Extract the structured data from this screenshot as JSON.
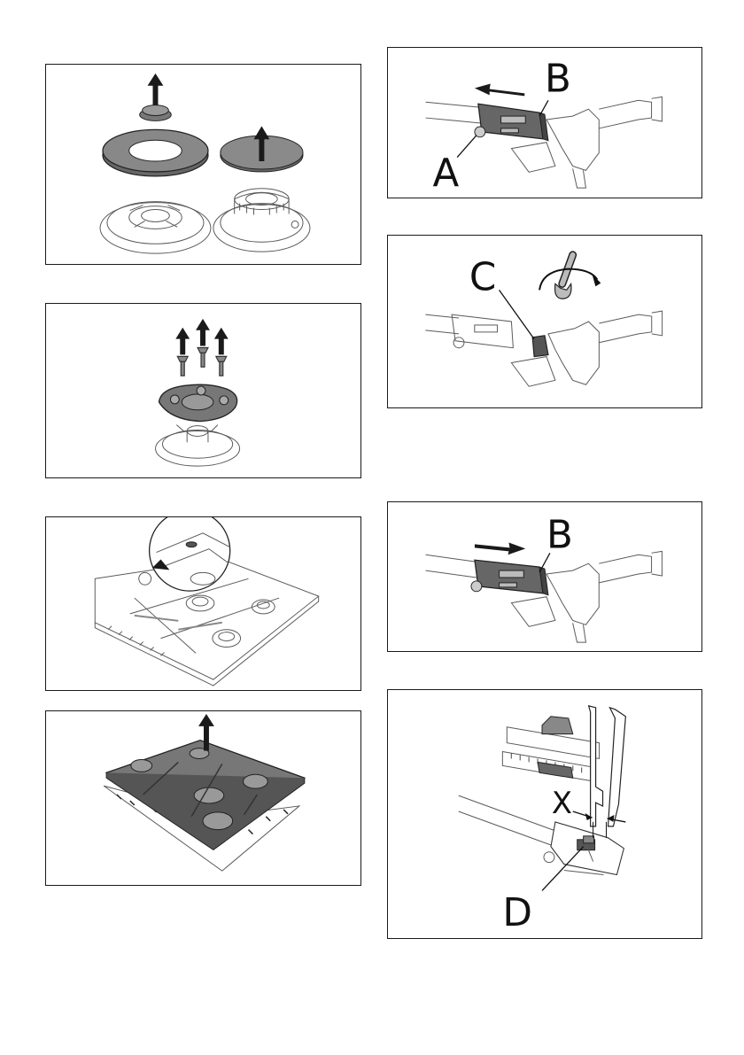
{
  "colors": {
    "frame": "#1a1a1a",
    "part_dark": "#555555",
    "part_light": "#f2f2f2",
    "arrow": "#1a1a1a"
  },
  "figures": {
    "burner_removal": {
      "icons": [
        "up-arrow-icon",
        "up-arrow-icon"
      ]
    },
    "screw_removal": {
      "icons": [
        "up-arrow-icon",
        "up-arrow-icon",
        "up-arrow-icon"
      ]
    },
    "hob_screw_detail": {
      "icons": [
        "magnifier-callout"
      ]
    },
    "lift_top": {
      "icons": [
        "up-arrow-icon"
      ]
    },
    "pull_sleeve": {
      "labels": {
        "a": "A",
        "b": "B"
      },
      "icons": [
        "left-arrow-icon"
      ]
    },
    "unscrew_nozzle": {
      "labels": {
        "c": "C"
      },
      "icons": [
        "wrench-icon",
        "rotate-arrow-icon"
      ]
    },
    "push_sleeve": {
      "labels": {
        "b": "B"
      },
      "icons": [
        "right-arrow-icon"
      ]
    },
    "measure_gap": {
      "labels": {
        "x": "X",
        "d": "D"
      },
      "icons": [
        "caliper-icon"
      ]
    }
  }
}
